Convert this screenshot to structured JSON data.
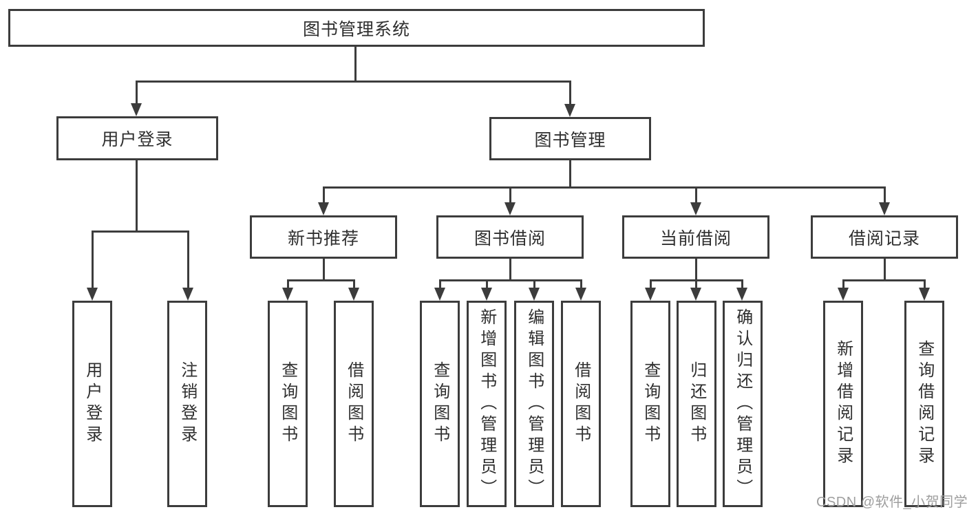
{
  "diagram": {
    "root": {
      "label": "图书管理系统"
    },
    "level2": {
      "user_login": {
        "label": "用户登录"
      },
      "book_management": {
        "label": "图书管理"
      }
    },
    "level3": {
      "new_book_recommend": {
        "label": "新书推荐"
      },
      "book_borrowing": {
        "label": "图书借阅"
      },
      "current_borrowing": {
        "label": "当前借阅"
      },
      "borrowing_records": {
        "label": "借阅记录"
      }
    },
    "leaves": {
      "user_login": {
        "label": "用户登录"
      },
      "logout": {
        "label": "注销登录"
      },
      "nbr_query_books": {
        "label": "查询图书"
      },
      "nbr_borrow_books": {
        "label": "借阅图书"
      },
      "bb_query_books": {
        "label": "查询图书"
      },
      "bb_add_books": {
        "label": "新增图书（管理员）"
      },
      "bb_edit_books": {
        "label": "编辑图书（管理员）"
      },
      "bb_borrow_books": {
        "label": "借阅图书"
      },
      "cb_query_books": {
        "label": "查询图书"
      },
      "cb_return_books": {
        "label": "归还图书"
      },
      "cb_confirm_return": {
        "label": "确认归还（管理员）"
      },
      "br_add_record": {
        "label": "新增借阅记录"
      },
      "br_query_record": {
        "label": "查询借阅记录"
      }
    },
    "colors": {
      "line": "#3c3c3c",
      "text": "#2f2f2f",
      "box_background": "#ffffff"
    }
  },
  "watermark": {
    "text": "CSDN @软件_小贺同学",
    "color": "#9e9e9e"
  }
}
